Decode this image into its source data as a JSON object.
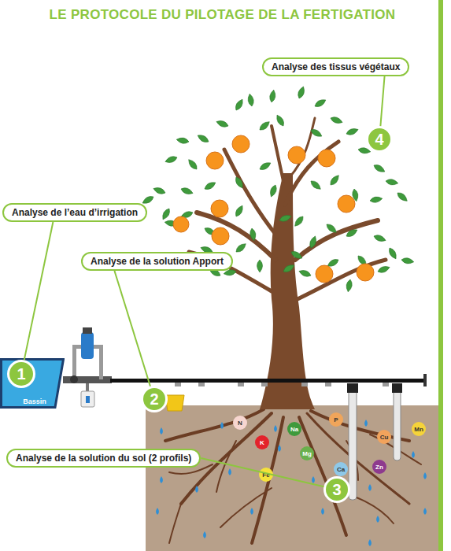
{
  "diagram": {
    "title": "LE PROTOCOLE DU PILOTAGE DE LA FERTIGATION",
    "nodes": [
      {
        "text": [
          "Analyse des tissus végétaux"
        ]
      },
      {
        "text": [
          "4"
        ]
      },
      {
        "text": [
          "Analyse de l’eau d’irrigation"
        ]
      },
      {
        "text": [
          "Analyse de la solution Apport"
        ]
      },
      {
        "text": [
          "Bassin"
        ]
      },
      {
        "text": [
          "1"
        ]
      },
      {
        "text": [
          "2"
        ]
      },
      {
        "text": [
          "N"
        ]
      },
      {
        "text": [
          "P"
        ]
      },
      {
        "text": [
          "Na"
        ]
      },
      {
        "text": [
          "Mn"
        ]
      },
      {
        "text": [
          "Cu"
        ]
      },
      {
        "text": [
          "K"
        ]
      },
      {
        "text": [
          "Mg"
        ]
      },
      {
        "text": [
          "Zn"
        ]
      },
      {
        "text": [
          "Ca"
        ]
      },
      {
        "text": [
          "Analyse de la solution du sol (2 profils)"
        ]
      },
      {
        "text": [
          "Fe"
        ]
      },
      {
        "text": [
          "3"
        ]
      }
    ],
    "edges": [
      {
        "from": 0,
        "to": 1,
        "arrow": "none"
      },
      {
        "from": 2,
        "to": 5,
        "arrow": "none"
      },
      {
        "from": 3,
        "to": 6,
        "arrow": "none"
      },
      {
        "from": 16,
        "to": 18,
        "arrow": "none"
      }
    ]
  }
}
